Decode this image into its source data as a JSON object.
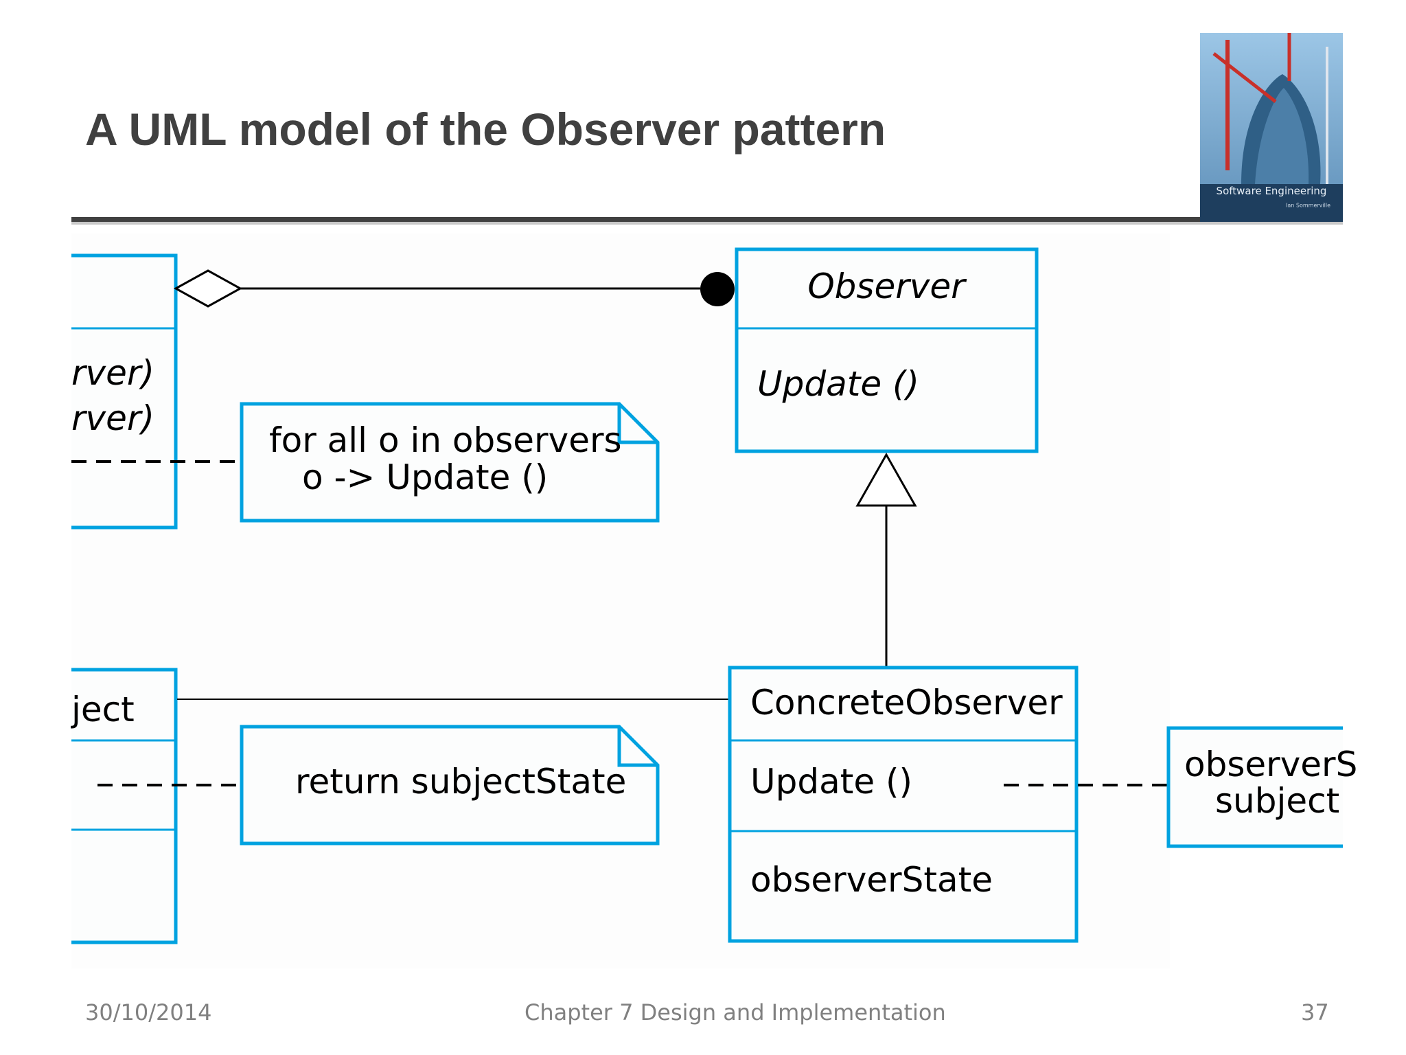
{
  "slide": {
    "title": "A UML model of the Observer pattern"
  },
  "cover": {
    "caption": "Software Engineering",
    "author": "Ian Sommerville"
  },
  "diagram": {
    "subject_partial": {
      "op1": "rver)",
      "op2": "rver)"
    },
    "concrete_subject_partial": {
      "name": "ject"
    },
    "notify_note": {
      "line1": "for all o in observers",
      "line2": "o -> Update ()"
    },
    "getstate_note": {
      "line1": "return subjectState"
    },
    "observer": {
      "name": "Observer",
      "op": "Update ()"
    },
    "concrete_observer": {
      "name": "ConcreteObserver",
      "op": "Update ()",
      "attr": "observerState"
    },
    "update_note_partial": {
      "line1": "observerS",
      "line2": "subject"
    }
  },
  "footer": {
    "date": "30/10/2014",
    "chapter": "Chapter 7 Design and Implementation",
    "page": "37"
  },
  "colors": {
    "class_border": "#00a2e0",
    "title": "#404040",
    "footer": "#808080"
  }
}
